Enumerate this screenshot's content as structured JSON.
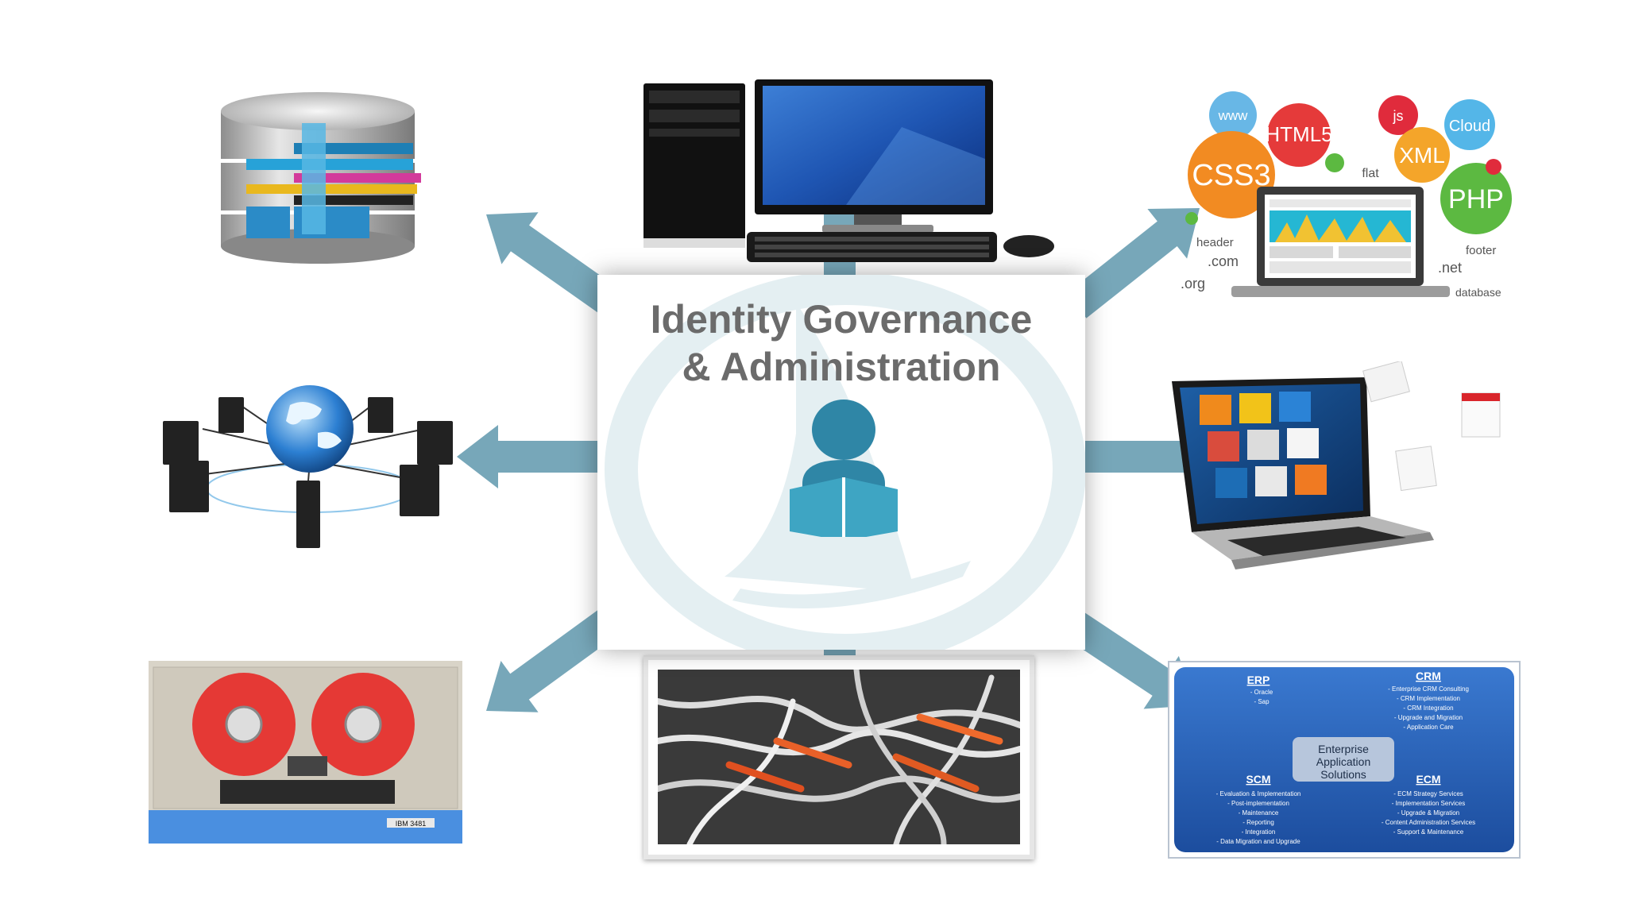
{
  "center": {
    "title_line1": "Identity Governance",
    "title_line2": "& Administration"
  },
  "web_tech_cloud": {
    "words": [
      "www",
      "HTML5",
      "js",
      "Cloud",
      "CSS3",
      "XML",
      "flat",
      "PHP",
      "header",
      ".com",
      "footer",
      ".net",
      ".org",
      "database"
    ]
  },
  "reel_label": "IBM 3481",
  "enterprise_panel": {
    "center_label": [
      "Enterprise",
      "Application",
      "Solutions"
    ],
    "erp": {
      "heading": "ERP",
      "items": [
        "- Oracle",
        "- Sap"
      ]
    },
    "crm": {
      "heading": "CRM",
      "items": [
        "- Enterprise CRM Consulting",
        "- CRM Implementation",
        "- CRM Integration",
        "- Upgrade and Migration",
        "- Application Care"
      ]
    },
    "scm": {
      "heading": "SCM",
      "items": [
        "- Evaluation & Implementation",
        "- Post-implementation",
        "- Maintenance",
        "- Reporting",
        "- Integration",
        "- Data Migration and Upgrade"
      ]
    },
    "ecm": {
      "heading": "ECM",
      "items": [
        "- ECM Strategy Services",
        "- Implementation Services",
        "- Upgrade & Migration",
        "- Content Administration Services",
        "- Support & Maintenance"
      ]
    }
  },
  "colors": {
    "arrow": "#5f98ad",
    "title": "#6b6b6b",
    "user_icon": "#2f86a6",
    "panel_blue": "#2a62b5"
  }
}
